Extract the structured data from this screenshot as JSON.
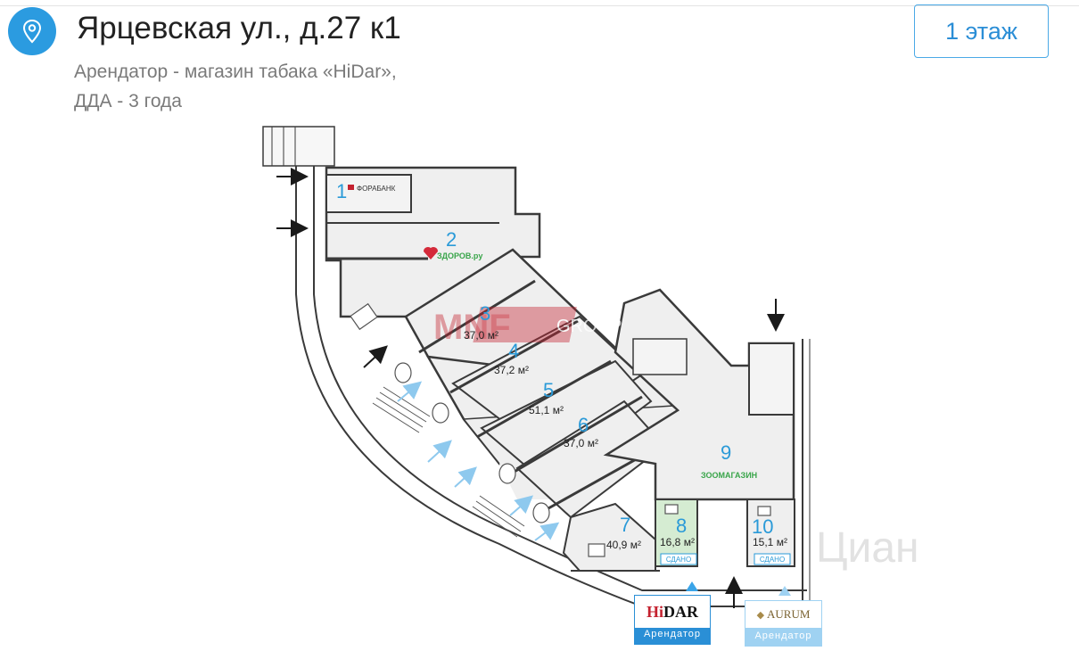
{
  "header": {
    "address": "Ярцевская ул., д.27 к1",
    "subtitle_line1": "Арендатор - магазин табака «HiDar»,",
    "subtitle_line2": "ДДА - 3 года",
    "floor_button": "1 этаж",
    "icon": "map-pin-icon"
  },
  "plan": {
    "watermark_left": "MNF",
    "watermark_right": "GROUP",
    "watermark_faint": "Циан",
    "rooms": [
      {
        "num": "1",
        "area": "",
        "tenant": "ФОРАБАНК"
      },
      {
        "num": "2",
        "area": "",
        "tenant": "ЗДОРОВ.ру"
      },
      {
        "num": "3",
        "area": "37,0 м²",
        "tenant": ""
      },
      {
        "num": "4",
        "area": "37,2 м²",
        "tenant": ""
      },
      {
        "num": "5",
        "area": "51,1 м²",
        "tenant": ""
      },
      {
        "num": "6",
        "area": "37,0 м²",
        "tenant": ""
      },
      {
        "num": "7",
        "area": "40,9 м²",
        "tenant": ""
      },
      {
        "num": "8",
        "area": "16,8 м²",
        "tenant": "",
        "badge": "СДАНО"
      },
      {
        "num": "9",
        "area": "",
        "tenant": "ЗООМАГАЗИН"
      },
      {
        "num": "10",
        "area": "15,1 м²",
        "tenant": "",
        "badge": "СДАНО"
      }
    ]
  },
  "tenants": [
    {
      "logo": "DAR",
      "logo_prefix": "Hi",
      "caption": "Арендатор"
    },
    {
      "logo": "AURUM",
      "caption": "Арендатор"
    }
  ],
  "colors": {
    "accent": "#2b9be0",
    "room_number": "#2a9ad8",
    "room_fill": "#efefef",
    "rented_fill": "#d5ecd2",
    "wall": "#3a3a3a",
    "watermark": "#c4212f"
  }
}
